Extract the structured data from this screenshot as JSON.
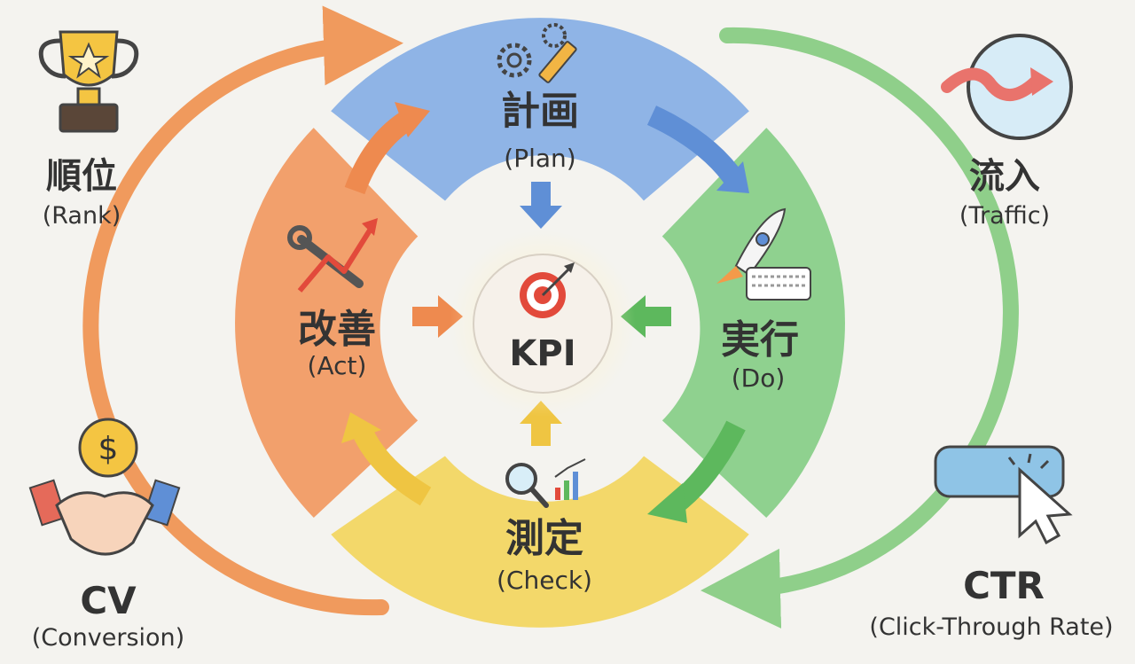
{
  "center": {
    "label": "KPI"
  },
  "cycle": {
    "plan": {
      "jp": "計画",
      "en": "(Plan)",
      "color": "#8fb4e6"
    },
    "do": {
      "jp": "実行",
      "en": "(Do)",
      "color": "#8fd18f"
    },
    "check": {
      "jp": "測定",
      "en": "(Check)",
      "color": "#f3d86a"
    },
    "act": {
      "jp": "改善",
      "en": "(Act)",
      "color": "#f2a06c"
    }
  },
  "corners": {
    "rank": {
      "title": "順位",
      "sub": "(Rank)"
    },
    "traffic": {
      "title": "流入",
      "sub": "(Traffic)"
    },
    "cv": {
      "title": "CV",
      "sub": "(Conversion)"
    },
    "ctr": {
      "title": "CTR",
      "sub": "(Click-Through Rate)"
    }
  },
  "icons": {
    "trophy": "trophy-icon",
    "traffic": "traffic-arrow-icon",
    "coin": "dollar-coin-icon",
    "handshake": "handshake-icon",
    "button_click": "click-button-icon",
    "gears": "gears-pencil-icon",
    "rocket": "rocket-keyboard-icon",
    "magnifier": "magnifier-chart-icon",
    "wrench": "wrench-arrow-icon",
    "target": "target-icon"
  },
  "colors": {
    "blue": "#8fb4e6",
    "green": "#8fd18f",
    "yellow": "#f3d86a",
    "orange": "#f2a06c",
    "outer_orange": "#f09a5d",
    "outer_green": "#8fcf8a"
  }
}
